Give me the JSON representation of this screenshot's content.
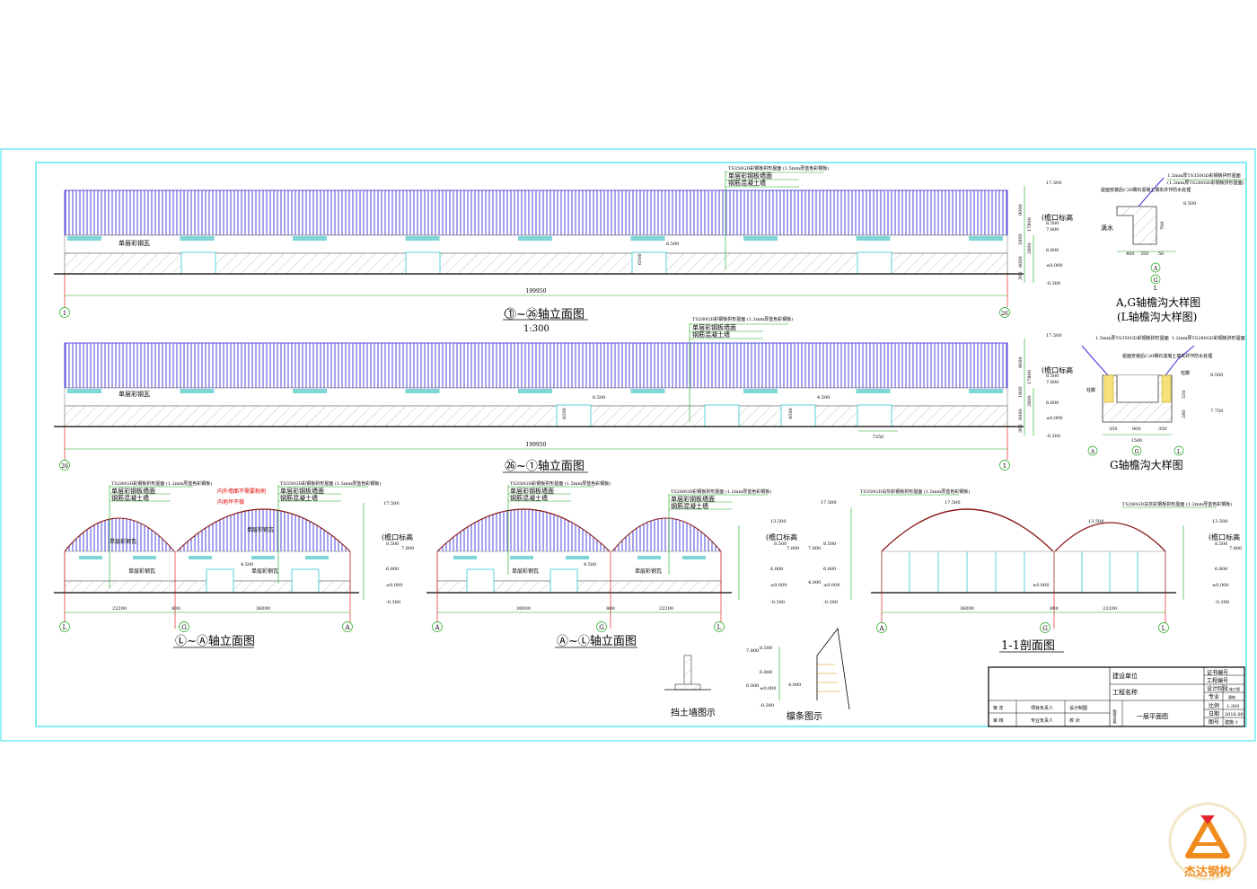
{
  "colors": {
    "frame": "#33e0ea",
    "roof_line": "#3a2fd8",
    "arch": "#8b1a1a",
    "window": "#7fd6d6",
    "dim": "#1aa81a",
    "red_note": "#e00000",
    "logo_orange": "#f08c1e",
    "logo_red": "#e5262d"
  },
  "elevation_1": {
    "title": "①~㉖轴立面图",
    "scale": "1:300",
    "callouts": [
      "TS350GD彩钢板拱形屋面 (1.5mm厚蓝色彩钢板)",
      "单层彩钢板墙面",
      "钢筋混凝土墙"
    ],
    "wall_label": "单层彩钢瓦",
    "eave_label": "(檐口标高",
    "length": "199950",
    "axis_left": "1",
    "axis_right": "26",
    "levels": [
      "17.500",
      "8.500",
      "7.800",
      "6.800",
      "±0.000",
      "-0.300"
    ],
    "door_level": "6.500",
    "door_height": "6500",
    "dims_vertical": [
      "9000",
      "17800",
      "1800",
      "2800",
      "6000",
      "300"
    ]
  },
  "elevation_2": {
    "title": "㉖~①轴立面图",
    "callouts": [
      "TS280GD彩钢板拱形屋面 (1.2mm厚蓝色彩钢板)",
      "单层彩钢板墙面",
      "钢筋混凝土墙"
    ],
    "wall_label": "单层彩钢瓦",
    "eave_label": "(檐口标高",
    "length": "199950",
    "axis_left": "26",
    "axis_right": "1",
    "levels": [
      "17.500",
      "8.500",
      "7.800",
      "6.800",
      "±0.000",
      "-0.300"
    ],
    "door_level_a": "6.500",
    "door_level_b": "4.500",
    "door_height_a": "6500",
    "door_height_b": "4500",
    "dim_7350": "7350"
  },
  "side_elev_1": {
    "title": "Ⓛ~Ⓐ轴立面图",
    "callout_left": [
      "TS280GD彩钢板拱形屋面 (1.2mm厚蓝色彩钢板)",
      "单层彩钢板墙面",
      "钢筋混凝土墙"
    ],
    "callout_right": [
      "TS350GD彩钢板拱形屋面 (1.5mm厚蓝色彩钢板)",
      "单层彩钢板墙面",
      "钢筋混凝土墙"
    ],
    "red_notes": [
      "内外墙面不需要粉刷",
      "内地坪不做"
    ],
    "roof_label": "单层彩钢瓦",
    "wall_label": "单层彩钢瓦",
    "door_level": "4.500",
    "dims": [
      "22200",
      "800",
      "36000"
    ],
    "axes": [
      "L",
      "G",
      "A"
    ],
    "levels": [
      "17.500",
      "8.500",
      "7.800",
      "6.800",
      "±0.000",
      "-0.300"
    ],
    "eave_label": "(檐口标高"
  },
  "side_elev_2": {
    "title": "Ⓐ~Ⓛ轴立面图",
    "callout_left": [
      "TS350GD彩钢板拱形屋面 (1.5mm厚蓝色彩钢板)",
      "单层彩钢板墙面",
      "钢筋混凝土墙"
    ],
    "callout_right": [
      "TS280GD彩钢板拱形屋面 (1.2mm厚蓝色彩钢板)",
      "单层彩钢板墙面",
      "钢筋混凝土墙"
    ],
    "wall_label": "单层彩钢瓦",
    "door_level": "4.500",
    "dims": [
      "36000",
      "800",
      "22200"
    ],
    "axes": [
      "A",
      "G",
      "L"
    ],
    "levels": [
      "13.500",
      "8.500",
      "7.800",
      "6.800",
      "±0.000",
      "-0.300"
    ],
    "eave_label": "(檐口标高"
  },
  "section_11": {
    "title": "1-1剖面图",
    "callout_left": "TS350GD白灰彩钢板拱形屋面 (1.5mm厚蓝色彩钢板)",
    "callout_right": "TS280GD白灰彩钢板拱形屋面 (1.2mm厚蓝色彩钢板)",
    "levels_left": [
      "17.500",
      "8.500",
      "7.800",
      "6.800",
      "4.000",
      "±0.000",
      "-0.300"
    ],
    "levels_mid": [
      "17.500",
      "13.500"
    ],
    "levels_right": [
      "13.500",
      "8.500",
      "7.800",
      "6.800",
      "±0.000",
      "-0.300"
    ],
    "dims": [
      "36000",
      "800",
      "22200"
    ],
    "axes": [
      "A",
      "G",
      "L"
    ],
    "eave_label": "(檐口标高"
  },
  "detail_ag": {
    "title": "A,G轴檐沟大样图",
    "subtitle": "(L轴檐沟大样图)",
    "notes": [
      "1.5mm厚TS350GD彩钢板拱形屋面",
      "(1.2mm厚TS280GD彩钢板拱形屋面)",
      "屋面安装后C20细石混凝土填实并作防水处理",
      "滴水"
    ],
    "dims": [
      "400",
      "350",
      "50",
      "700",
      "8.500"
    ],
    "axis_a": "A",
    "axis_g": "G",
    "axis_l": "L"
  },
  "detail_g": {
    "title": "G轴檐沟大样图",
    "notes": [
      "1.5mm厚TS350GD彩钢板拱形屋面",
      "1.2mm厚TS280GD彩钢板拱形屋面",
      "屋面安装后C20细石混凝土填实并作防水处理",
      "柱脚"
    ],
    "dims": [
      "1500",
      "350",
      "800",
      "350",
      "550",
      "280",
      "8.500",
      "7.750"
    ],
    "axes": [
      "A",
      "G",
      "L"
    ]
  },
  "small_details": {
    "retaining_label": "挡土墙图示",
    "purlin_label": "檩条图示",
    "levels": [
      "7.800",
      "6.800",
      "6.000",
      "4.000",
      "±0.000",
      "-0.300"
    ]
  },
  "title_block": {
    "build_unit": "建设单位",
    "project_name": "工程名称",
    "cert_no": "证书编号",
    "project_no": "工程编号",
    "design_stage": "设计阶段",
    "design_stage_val": "施工图",
    "specialty": "专业",
    "specialty_val": "建筑",
    "scale": "比例",
    "scale_val": "1:300",
    "date": "日期",
    "date_val": "2016.06",
    "drawing_no": "图号",
    "drawing_no_val": "建施-1",
    "approve": "审 定",
    "review": "审 核",
    "pm": "项目负责人",
    "spec_lead": "专业负责人",
    "design": "设计制图",
    "check": "校 对",
    "drawing_name_label": "图纸名称",
    "drawing_name": "一层平面图"
  },
  "logo": {
    "text": "杰达钢构"
  }
}
